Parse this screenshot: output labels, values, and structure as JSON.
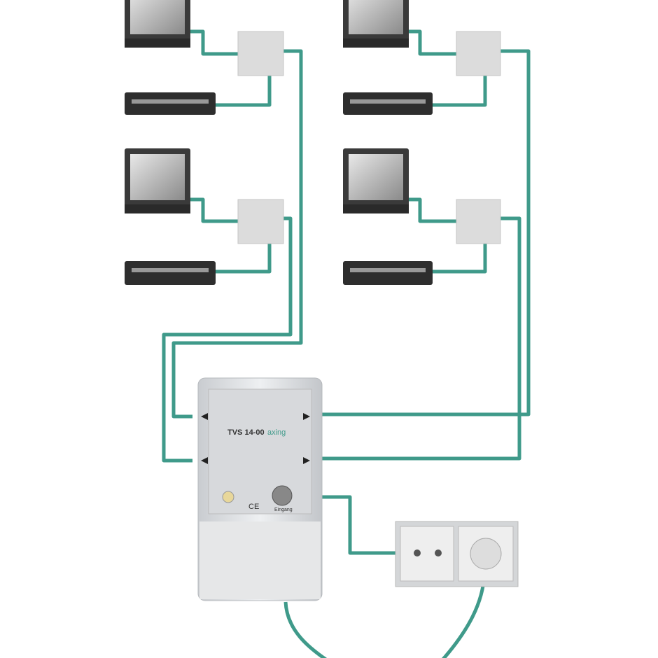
{
  "amplifier": {
    "model": "TVS 14-00",
    "brand": "axing",
    "input_label": "Eingang",
    "ce_mark": "CE"
  },
  "colors": {
    "cable": "#3f9a8a",
    "device": "#d9dcdf",
    "tv": "#3a3a3a"
  }
}
